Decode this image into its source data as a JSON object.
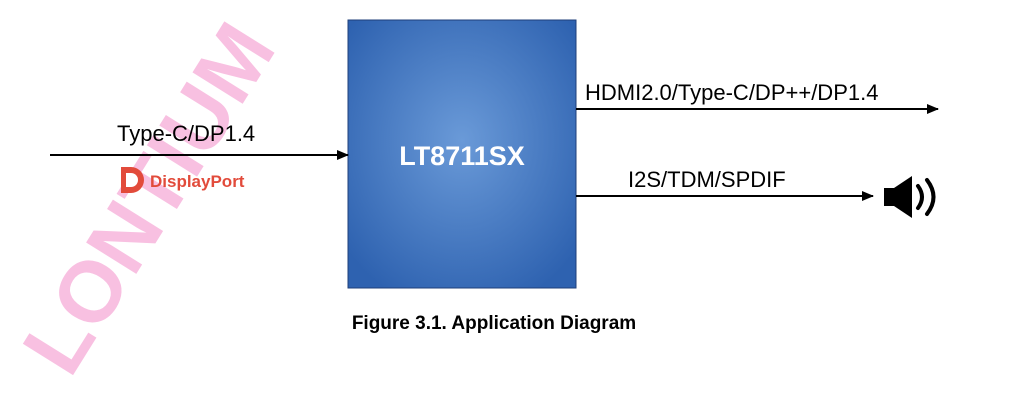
{
  "watermark": "LONTIUM",
  "chip": {
    "label": "LT8711SX"
  },
  "input": {
    "label": "Type-C/DP1.4",
    "logo_text": "DisplayPort"
  },
  "outputs": [
    {
      "label": "HDMI2.0/Type-C/DP++/DP1.4"
    },
    {
      "label": "I2S/TDM/SPDIF"
    }
  ],
  "caption": "Figure 3.1. Application Diagram",
  "icons": {
    "audio": "speaker-icon",
    "logo": "displayport-logo-icon"
  },
  "colors": {
    "chip_center": "#5c8fd1",
    "chip_edge": "#2f65b3",
    "displayport_red": "#e24b3b",
    "watermark": "#f7b6dc",
    "line": "#000000"
  }
}
